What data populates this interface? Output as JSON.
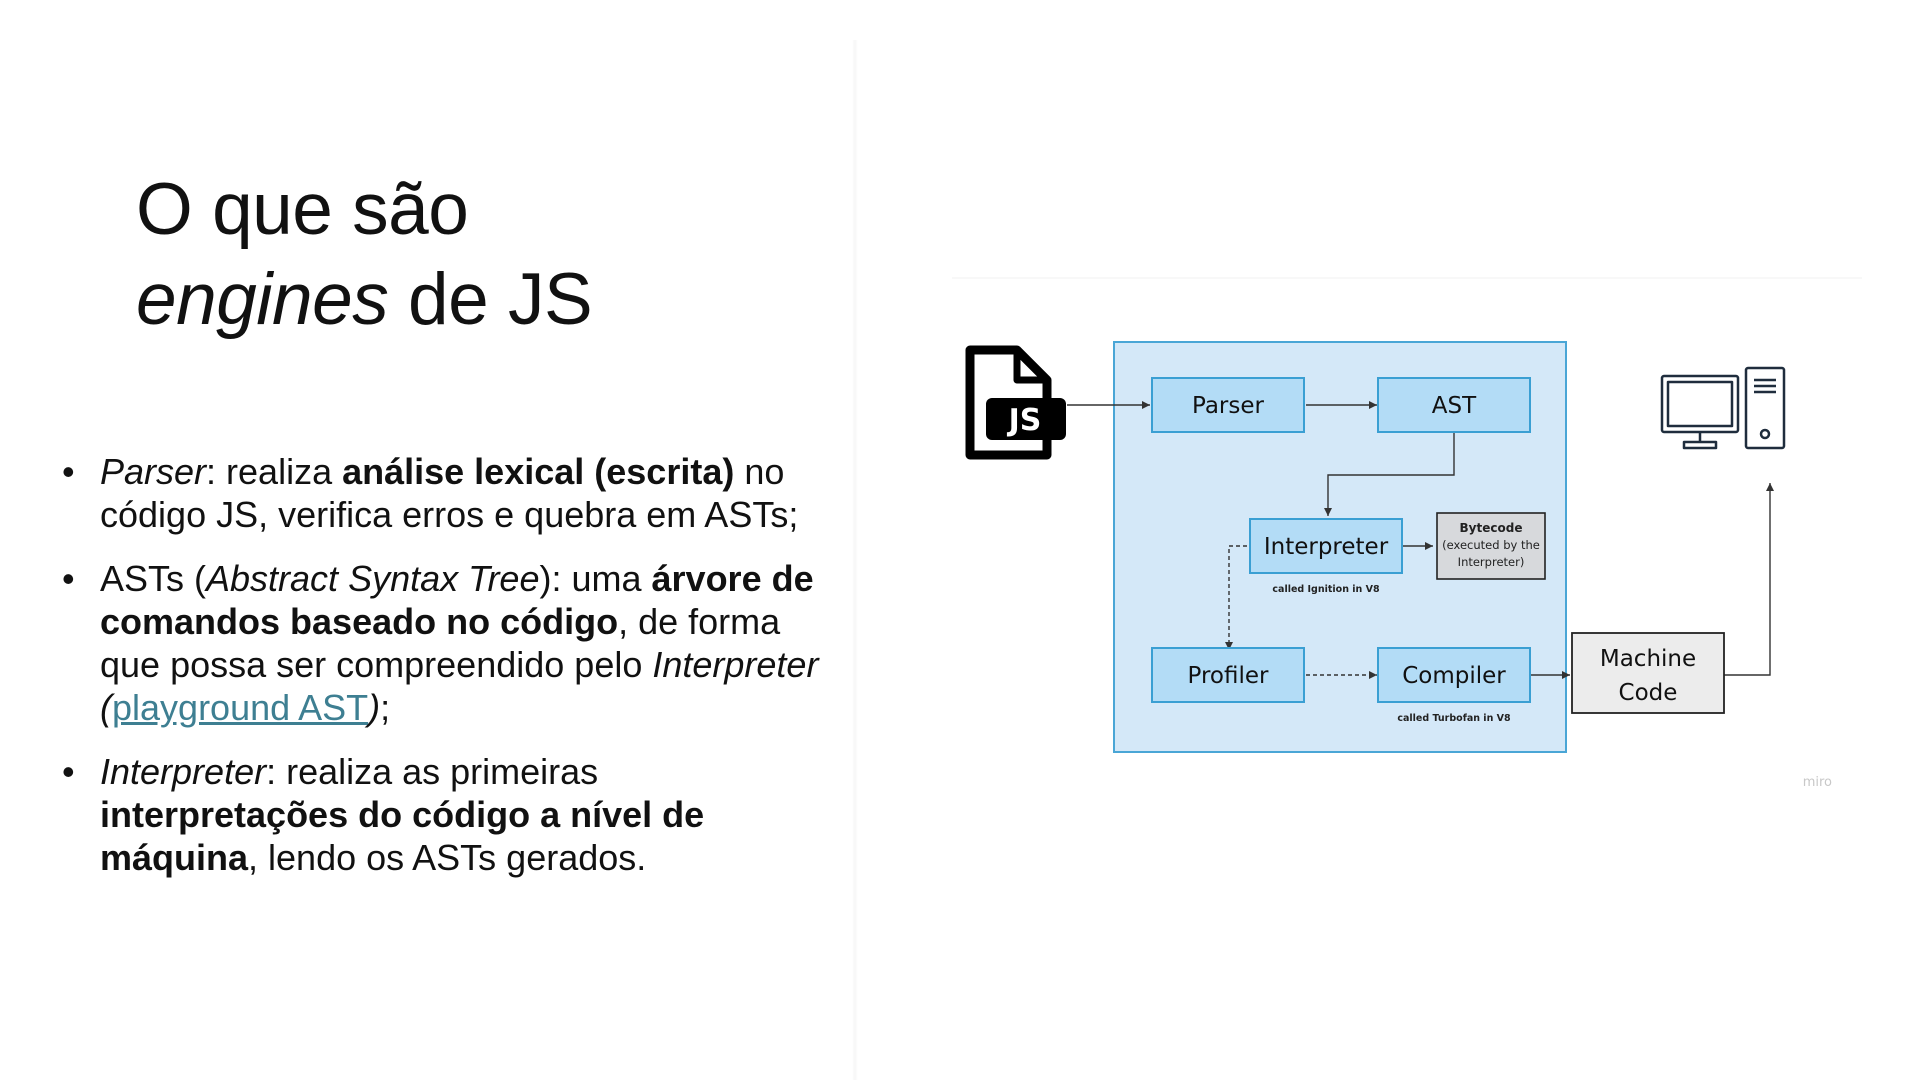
{
  "title": {
    "line1": "O que são",
    "line2_italic": "engines",
    "line2_rest": " de JS"
  },
  "bullets": {
    "b1": {
      "italic": "Parser",
      "text1": ": realiza ",
      "bold": "análise lexical (escrita)",
      "text2": " no código JS, verifica erros e quebra em ASTs;"
    },
    "b2": {
      "text1": "ASTs (",
      "italic": "Abstract Syntax Tree",
      "text2": "): uma ",
      "bold": "árvore de comandos baseado no código",
      "text3": ", de forma que possa ser compreendido pelo ",
      "italic2": "Interpreter (",
      "link": "playground AST",
      "italic3": ")",
      "text4": ";"
    },
    "b3": {
      "italic": "Interpreter",
      "text1": ": realiza as primeiras ",
      "bold": "interpretações do código a nível de máquina",
      "text2": ", lendo os ASTs gerados."
    },
    "bullet_char": "•"
  },
  "diagram": {
    "js_file_label": "JS",
    "parser": "Parser",
    "ast": "AST",
    "interpreter": "Interpreter",
    "interpreter_caption": "called Ignition in V8",
    "bytecode_title": "Bytecode",
    "bytecode_line1": "(executed by the",
    "bytecode_line2": "Interpreter)",
    "profiler": "Profiler",
    "compiler": "Compiler",
    "compiler_caption": "called Turbofan in V8",
    "machine_code_line1": "Machine",
    "machine_code_line2": "Code",
    "watermark": "miro",
    "colors": {
      "engine_bg": "#d4e8f8",
      "engine_border": "#4aa6d6",
      "node_fill": "#b3dcf6",
      "node_border": "#3a9fd3",
      "bytecode_fill": "#d7d9dc",
      "machine_fill": "#ececec",
      "arrow": "#333333",
      "link": "#3e7f92"
    }
  }
}
